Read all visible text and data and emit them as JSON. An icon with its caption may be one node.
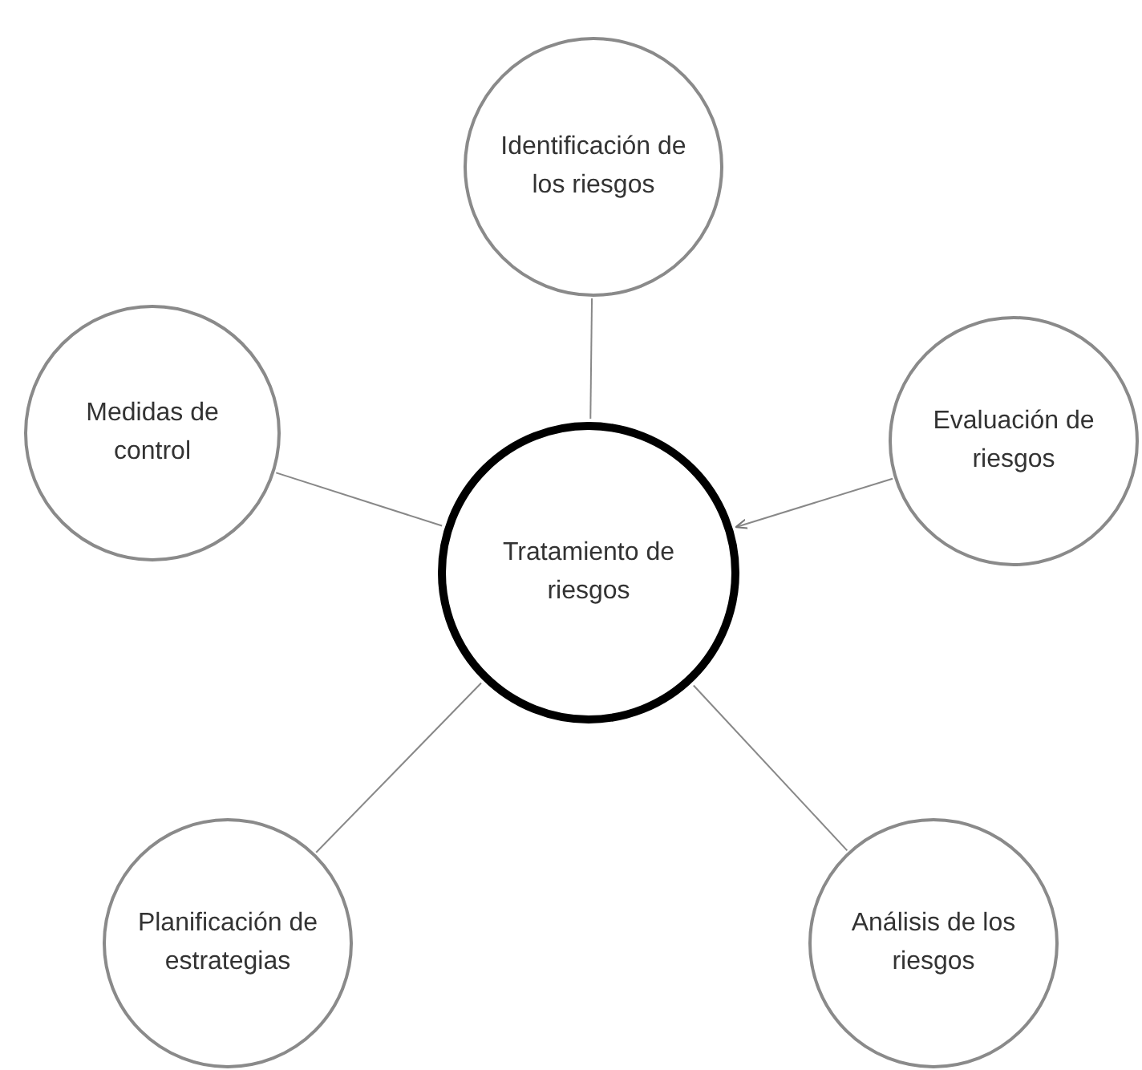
{
  "diagram": {
    "nodes": [
      {
        "text": [
          "Identificación de los riesgos"
        ]
      },
      {
        "text": [
          "Medidas de control"
        ]
      },
      {
        "text": [
          "Evaluación de riesgos"
        ]
      },
      {
        "text": [
          "Tratamiento de riesgos"
        ]
      },
      {
        "text": [
          "Planificación de estrategias"
        ]
      },
      {
        "text": [
          "Análisis de los riesgos"
        ]
      }
    ],
    "edges": [
      {
        "from": 0,
        "to": 3,
        "arrow": "none"
      },
      {
        "from": 1,
        "to": 3,
        "arrow": "none"
      },
      {
        "from": 2,
        "to": 3,
        "arrow": "to"
      },
      {
        "from": 4,
        "to": 3,
        "arrow": "none"
      },
      {
        "from": 5,
        "to": 3,
        "arrow": "none"
      }
    ]
  }
}
